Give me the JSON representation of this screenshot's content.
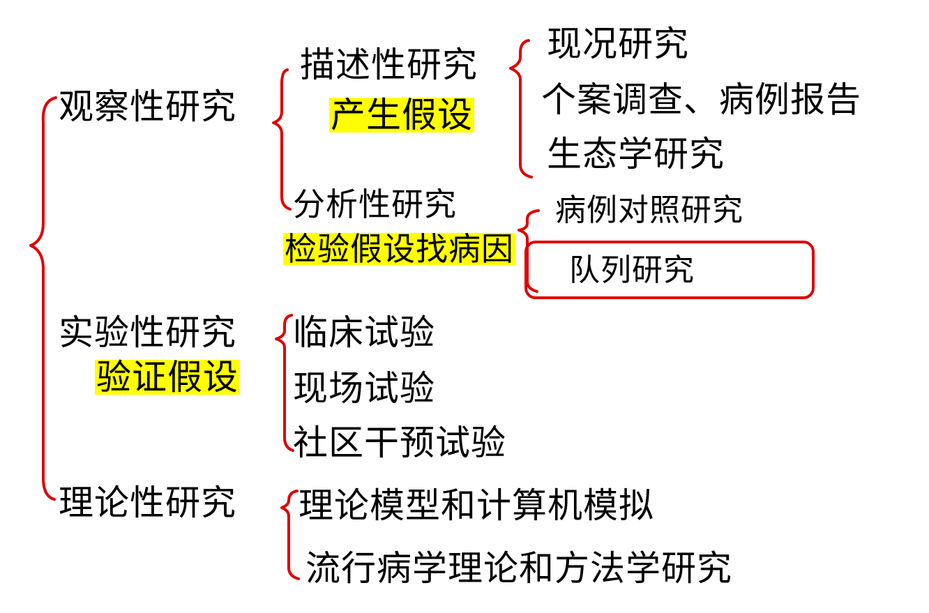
{
  "accent_color": "#e00000",
  "highlight_color": "#ffff00",
  "observational": {
    "label": "观察性研究",
    "descriptive": {
      "label": "描述性研究",
      "note": "产生假设",
      "items": [
        "现况研究",
        "个案调查、病例报告",
        "生态学研究"
      ]
    },
    "analytical": {
      "label": "分析性研究",
      "note": "检验假设找病因",
      "items": [
        "病例对照研究",
        "队列研究"
      ]
    }
  },
  "experimental": {
    "label": "实验性研究",
    "note": "验证假设",
    "items": [
      "临床试验",
      "现场试验",
      "社区干预试验"
    ]
  },
  "theoretical": {
    "label": "理论性研究",
    "items": [
      "理论模型和计算机模拟",
      "流行病学理论和方法学研究"
    ]
  }
}
